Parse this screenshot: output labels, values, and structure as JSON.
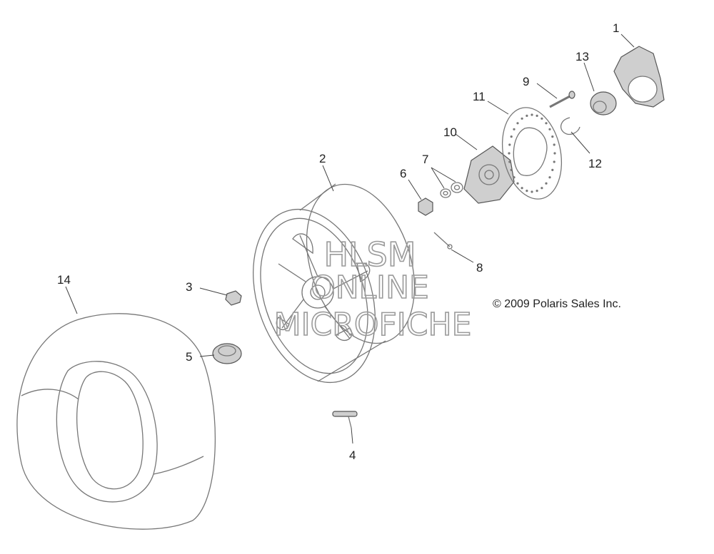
{
  "copyright": "© 2009 Polaris Sales Inc.",
  "watermark": {
    "line1": "HLSM",
    "line2": "ONLINE",
    "line3": "MICROFICHE"
  },
  "callouts": {
    "c1": "1",
    "c2": "2",
    "c3": "3",
    "c4": "4",
    "c5": "5",
    "c6": "6",
    "c7": "7",
    "c8": "8",
    "c9": "9",
    "c10": "10",
    "c11": "11",
    "c12": "12",
    "c13": "13",
    "c14": "14"
  },
  "colors": {
    "line": "#777777",
    "text": "#222222",
    "watermark": "#9a9a9a"
  }
}
